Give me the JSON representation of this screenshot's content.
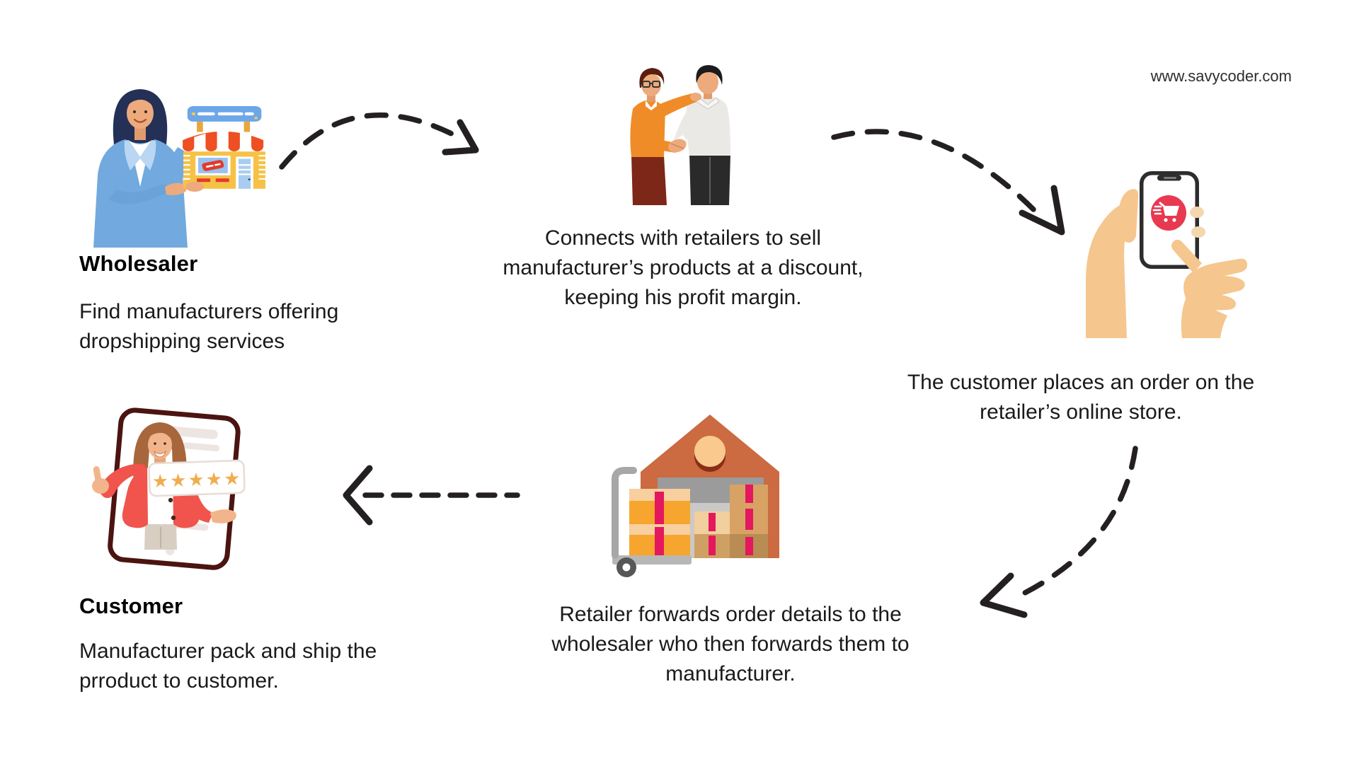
{
  "page": {
    "watermark": "www.savycoder.com",
    "colors": {
      "background": "#ffffff",
      "heading": "#000000",
      "text": "#1a1a1a",
      "arrow": "#242021",
      "watermark": "#2e2e2e"
    },
    "palette": {
      "cart_badge_red": "#e73950",
      "store_yellow": "#f6c245",
      "awning_red": "#ee4f23",
      "blazer_blue": "#72a9de",
      "sweater_orange": "#f08c28",
      "warehouse_terracotta": "#cc6a41",
      "box_tape_pink": "#e3185e",
      "jacket_red": "#f0544c",
      "star_gold": "#efad4e",
      "skin_tone": "#edaa7d"
    }
  },
  "steps": {
    "wholesaler": {
      "title": "Wholesaler",
      "description": "Find manufacturers offering\ndropshipping services",
      "illustration": "woman-presenting-storefront"
    },
    "connect": {
      "description": "Connects with retailers to sell\nmanufacturer’s products at a discount,\nkeeping his profit margin.",
      "illustration": "two-men-handshake"
    },
    "order": {
      "description": "The customer places an order on the\nretailer’s online store.",
      "illustration": "hands-holding-smartphone-cart"
    },
    "forward": {
      "description": "Retailer forwards order details to the\nwholesaler who then forwards them to\nmanufacturer.",
      "illustration": "warehouse-with-boxes-trolley"
    },
    "customer": {
      "title": "Customer",
      "description": "Manufacturer pack and ship the\nprroduct to customer.",
      "illustration": "customer-in-phone-five-stars",
      "rating_stars": "★★★★★"
    }
  }
}
